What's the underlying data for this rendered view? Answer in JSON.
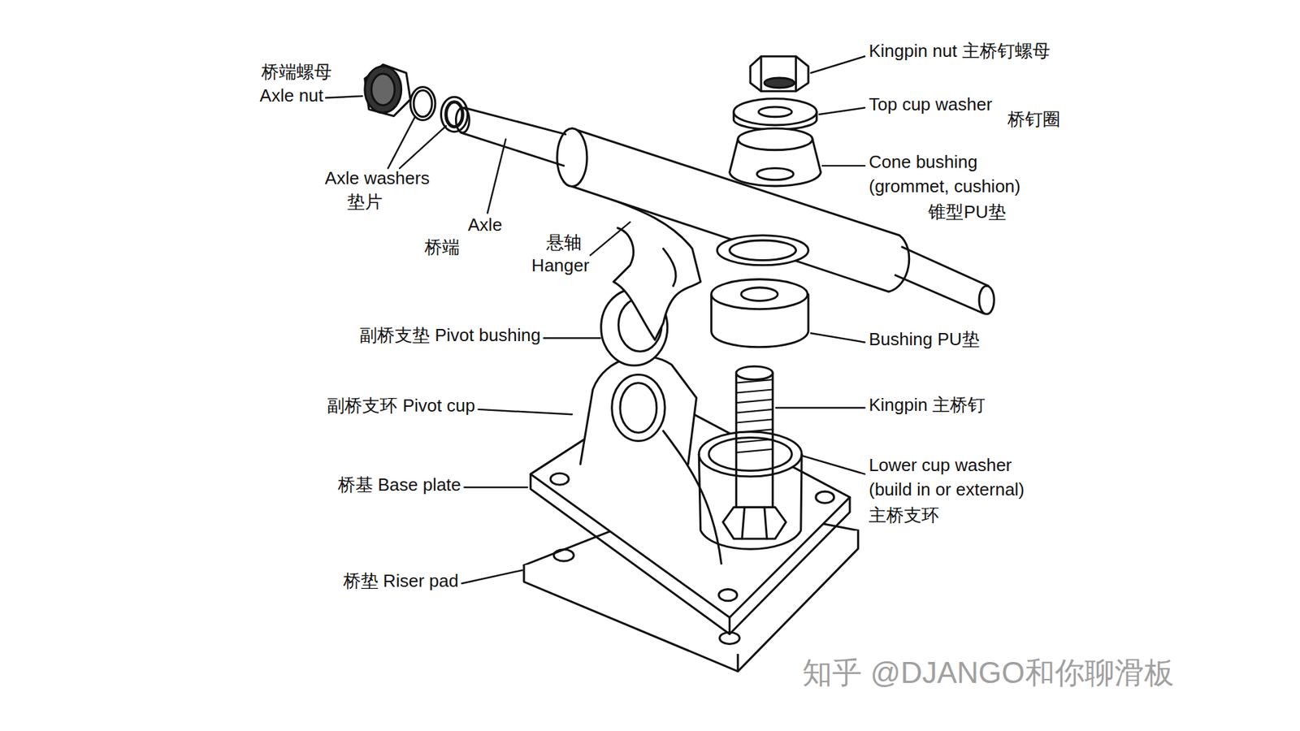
{
  "diagram": {
    "labels": [
      "桥端螺母",
      "Axle nut",
      "Axle washers",
      "垫片",
      "Axle",
      "桥端",
      "悬轴",
      "Hanger",
      "副桥支垫 Pivot bushing",
      "副桥支环 Pivot cup",
      "桥基 Base plate",
      "桥垫 Riser pad",
      "Kingpin nut 主桥钉螺母",
      "Top cup washer",
      "桥钉圈",
      "Cone bushing",
      "(grommet, cushion)",
      "锥型PU垫",
      "Bushing PU垫",
      "Kingpin 主桥钉",
      "Lower cup washer",
      "(build in or external)",
      "主桥支环",
      "知乎 @DJANGO和你聊滑板"
    ]
  }
}
